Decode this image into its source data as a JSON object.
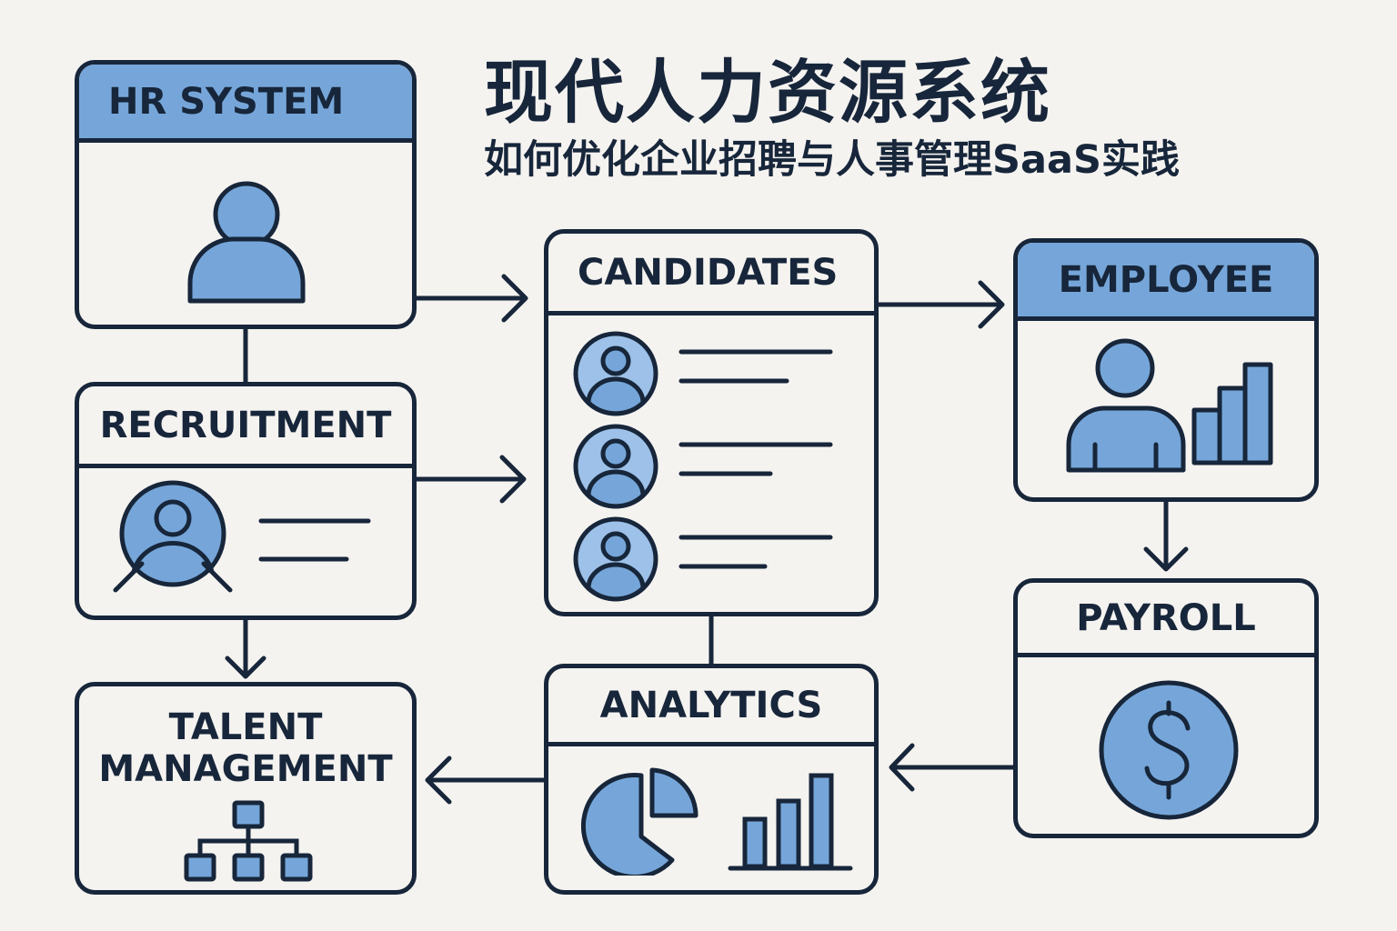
{
  "title": {
    "main": "现代人力资源系统",
    "subtitle": "如何优化企业招聘与人事管理SaaS实践"
  },
  "colors": {
    "background": "#f5f3f0",
    "stroke": "#17263a",
    "accent_blue": "#76a6d9",
    "light_blue": "#9dc1e8"
  },
  "nodes": {
    "hr_system": {
      "label": "HR SYSTEM",
      "icon": "user-icon"
    },
    "recruitment": {
      "label": "RECRUITMENT",
      "icon": "user-search-icon"
    },
    "talent_management": {
      "label_line1": "TALENT",
      "label_line2": "MANAGEMENT",
      "icon": "org-chart-icon"
    },
    "candidates": {
      "label": "CANDIDATES",
      "icon": "candidate-list-icon",
      "count": 3
    },
    "analytics": {
      "label": "ANALYTICS",
      "icon": "pie-bar-chart-icon"
    },
    "employee": {
      "label": "EMPLOYEE",
      "icon": "user-growth-icon"
    },
    "payroll": {
      "label": "PAYROLL",
      "icon": "dollar-icon"
    }
  },
  "edges": [
    {
      "from": "HR SYSTEM",
      "to": "CANDIDATES",
      "type": "arrow"
    },
    {
      "from": "HR SYSTEM",
      "to": "RECRUITMENT",
      "type": "line"
    },
    {
      "from": "RECRUITMENT",
      "to": "CANDIDATES",
      "type": "arrow"
    },
    {
      "from": "RECRUITMENT",
      "to": "TALENT MANAGEMENT",
      "type": "arrow"
    },
    {
      "from": "CANDIDATES",
      "to": "EMPLOYEE",
      "type": "arrow"
    },
    {
      "from": "CANDIDATES",
      "to": "ANALYTICS",
      "type": "line"
    },
    {
      "from": "EMPLOYEE",
      "to": "PAYROLL",
      "type": "arrow"
    },
    {
      "from": "PAYROLL",
      "to": "ANALYTICS",
      "type": "arrow"
    },
    {
      "from": "ANALYTICS",
      "to": "TALENT MANAGEMENT",
      "type": "arrow"
    }
  ]
}
